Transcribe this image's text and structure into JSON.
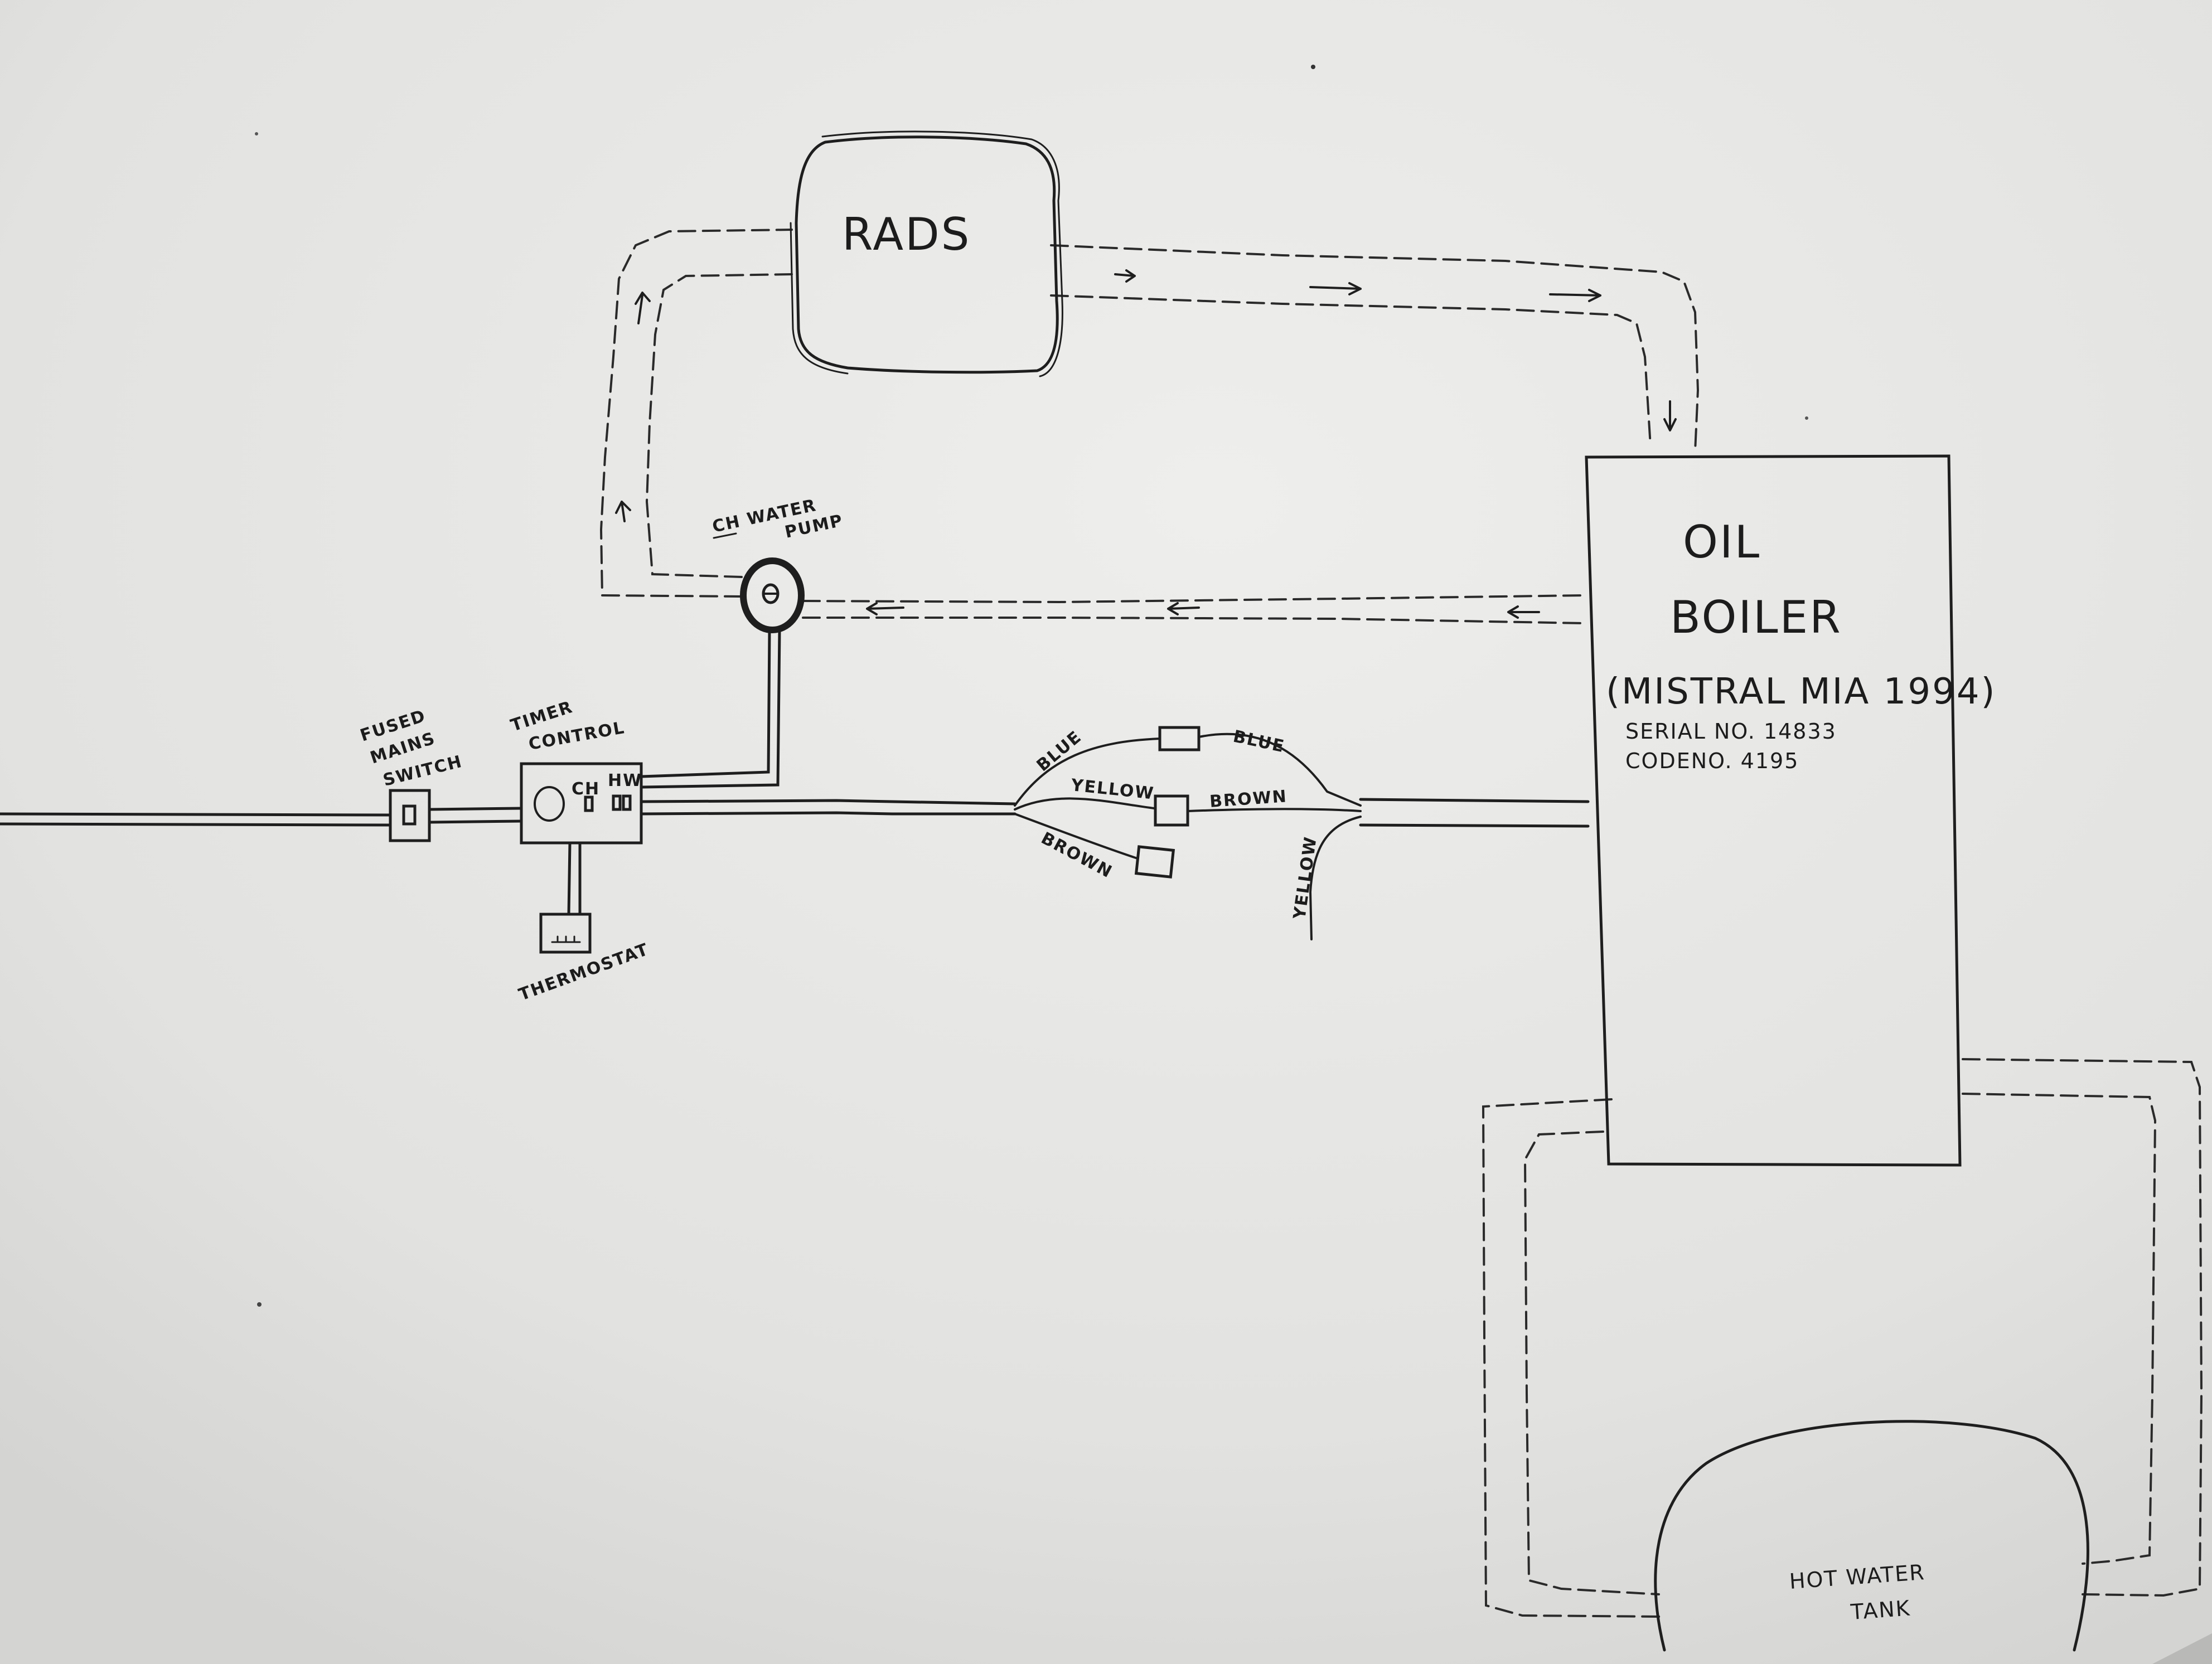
{
  "labels": {
    "rads": "RADS",
    "boiler_line1": "OIL",
    "boiler_line2": "BOILER",
    "boiler_model": "(MISTRAL MIA 1994)",
    "boiler_serial": "SERIAL NO. 14833",
    "boiler_code": "CODENO. 4195",
    "pump_line1": "CH WATER",
    "pump_line2": "PUMP",
    "switch_line1": "FUSED",
    "switch_line2": "MAINS",
    "switch_line3": "SWITCH",
    "timer_line1": "TIMER",
    "timer_line2": "CONTROL",
    "timer_ch": "CH",
    "timer_hw": "HW",
    "thermostat": "THERMOSTAT",
    "wire_blue_left": "BLUE",
    "wire_blue_right": "BLUE",
    "wire_yellow_left": "YELLOW",
    "wire_brown_right": "BROWN",
    "wire_brown_left": "BROWN",
    "wire_yellow_down": "YELLOW",
    "tank_line1": "HOT WATER",
    "tank_line2": "TANK"
  },
  "colors": {
    "paper": "#e6e6e4",
    "ink": "#1e1e1e"
  }
}
